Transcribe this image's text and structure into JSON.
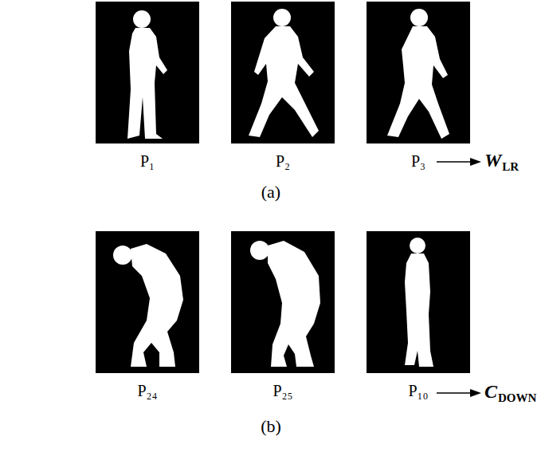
{
  "diagram": {
    "nodes": [
      {
        "text": [
          "P₁"
        ]
      },
      {
        "text": [
          "P₂"
        ]
      },
      {
        "text": [
          "P₃"
        ]
      },
      {
        "text": [
          "P₂₄"
        ]
      },
      {
        "text": [
          "P₂₅"
        ]
      },
      {
        "text": [
          "P₁₀"
        ]
      }
    ],
    "labels": [
      "W",
      "LR",
      "(a)",
      "C",
      "DOWN",
      "(b)"
    ]
  }
}
